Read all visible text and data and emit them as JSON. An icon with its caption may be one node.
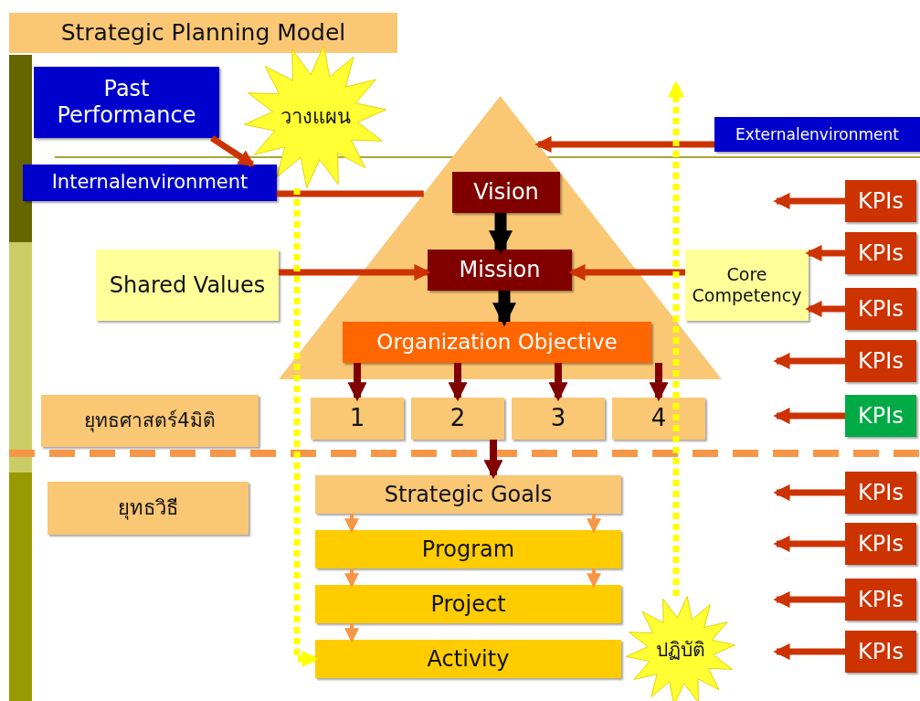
{
  "diagram": {
    "title": "Strategic Planning Model",
    "nodes": [
      {
        "text": [
          "Past Performance"
        ]
      },
      {
        "text": [
          "วางแผน"
        ]
      },
      {
        "text": [
          "Internalenvironment"
        ]
      },
      {
        "text": [
          "Externalenvironment"
        ]
      },
      {
        "text": [],
        "shape": "triangle"
      },
      {
        "text": [
          "Vision"
        ],
        "in": 4
      },
      {
        "text": [
          "Mission"
        ],
        "in": 4
      },
      {
        "text": [
          "Organization Objective"
        ],
        "in": 4
      },
      {
        "text": [
          "Shared Values"
        ]
      },
      {
        "text": [
          "Core Competency"
        ]
      },
      {
        "text": [
          "ยุทธศาสตร์4มิติ"
        ]
      },
      {
        "text": [
          "1"
        ]
      },
      {
        "text": [
          "2"
        ]
      },
      {
        "text": [
          "3"
        ]
      },
      {
        "text": [
          "4"
        ]
      },
      {
        "text": [
          "ยุทธวิธี"
        ]
      },
      {
        "text": [
          "Strategic Goals"
        ]
      },
      {
        "text": [
          "Program"
        ]
      },
      {
        "text": [
          "Project"
        ]
      },
      {
        "text": [
          "Activity"
        ]
      },
      {
        "text": [
          "ปฏิบัติ"
        ]
      },
      {
        "text": [
          "KPIs"
        ]
      },
      {
        "text": [
          "KPIs"
        ]
      },
      {
        "text": [
          "KPIs"
        ]
      },
      {
        "text": [
          "KPIs"
        ]
      },
      {
        "text": [
          "KPIs"
        ]
      },
      {
        "text": [
          "KPIs"
        ]
      },
      {
        "text": [
          "KPIs"
        ]
      },
      {
        "text": [
          "KPIs"
        ]
      },
      {
        "text": [
          "KPIs"
        ]
      }
    ],
    "edges": [
      {
        "from": 0,
        "to": 2,
        "arrow": "to"
      },
      {
        "from": 2,
        "to": 4,
        "arrow": "none"
      },
      {
        "from": 3,
        "to": 4,
        "arrow": "to"
      },
      {
        "from": 8,
        "to": 6,
        "arrow": "to"
      },
      {
        "from": 9,
        "to": 6,
        "arrow": "to"
      },
      {
        "from": 5,
        "to": 6,
        "arrow": "to",
        "style": "thick",
        "color": "#000000"
      },
      {
        "from": 6,
        "to": 7,
        "arrow": "to",
        "style": "thick",
        "color": "#000000"
      },
      {
        "from": 7,
        "to": 11,
        "arrow": "to",
        "color": "#800000"
      },
      {
        "from": 7,
        "to": 12,
        "arrow": "to",
        "color": "#800000"
      },
      {
        "from": 7,
        "to": 13,
        "arrow": "to",
        "color": "#800000"
      },
      {
        "from": 7,
        "to": 14,
        "arrow": "to",
        "color": "#800000"
      },
      {
        "from": 12,
        "to": 16,
        "arrow": "to",
        "color": "#800000"
      },
      {
        "from": 16,
        "to": 17,
        "arrow": "to",
        "color": "#f79646"
      },
      {
        "from": 16,
        "to": 17,
        "arrow": "to",
        "color": "#f79646"
      },
      {
        "from": 17,
        "to": 18,
        "arrow": "to",
        "color": "#f79646"
      },
      {
        "from": 17,
        "to": 18,
        "arrow": "to",
        "color": "#f79646"
      },
      {
        "from": 18,
        "to": 19,
        "arrow": "to",
        "color": "#f79646"
      },
      {
        "from": 1,
        "to": 19,
        "arrow": "to",
        "style": "dashed",
        "color": "#ffff00"
      },
      {
        "from": 20,
        "to": null,
        "arrow": "to",
        "style": "dashed",
        "color": "#ffff00"
      },
      {
        "from": 21,
        "to": null,
        "arrow": "to"
      },
      {
        "from": 22,
        "to": 9,
        "arrow": "to"
      },
      {
        "from": 23,
        "to": 9,
        "arrow": "to"
      },
      {
        "from": 24,
        "to": null,
        "arrow": "to"
      },
      {
        "from": 25,
        "to": null,
        "arrow": "to"
      },
      {
        "from": 26,
        "to": null,
        "arrow": "to"
      },
      {
        "from": 27,
        "to": null,
        "arrow": "to"
      },
      {
        "from": 28,
        "to": null,
        "arrow": "to"
      },
      {
        "from": 29,
        "to": null,
        "arrow": "to"
      }
    ]
  }
}
